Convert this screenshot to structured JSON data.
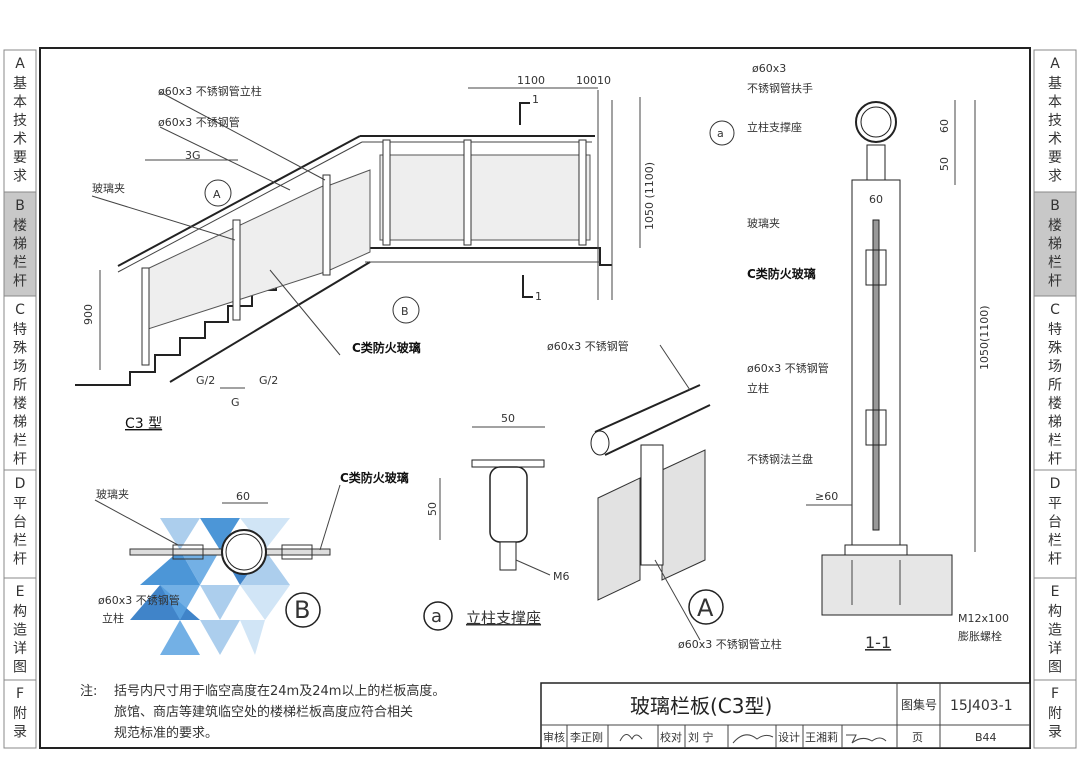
{
  "side_tabs": [
    {
      "letter": "A",
      "label": [
        "基",
        "本",
        "技",
        "术",
        "要",
        "求"
      ],
      "active": false
    },
    {
      "letter": "B",
      "label": [
        "楼",
        "梯",
        "栏",
        "杆"
      ],
      "active": true
    },
    {
      "letter": "C",
      "label": [
        "特",
        "殊",
        "场",
        "所",
        "楼",
        "梯",
        "栏",
        "杆"
      ],
      "active": false
    },
    {
      "letter": "D",
      "label": [
        "平",
        "台",
        "栏",
        "杆"
      ],
      "active": false
    },
    {
      "letter": "E",
      "label": [
        "构",
        "造",
        "详",
        "图"
      ],
      "active": false
    },
    {
      "letter": "F",
      "label": [
        "附",
        "录"
      ],
      "active": false
    }
  ],
  "elevation": {
    "title": "C3 型",
    "post_label": "ø60x3 不锈钢管立柱",
    "rail_label": "ø60x3 不锈钢管",
    "clip_label": "玻璃夹",
    "glass_label": "C类防火玻璃",
    "dim_3g": "3G",
    "dim_900": "900",
    "dim_g_half_left": "G/2",
    "dim_g_half_right": "G/2",
    "dim_g": "G",
    "dim_1100": "1100",
    "dim_100": "100",
    "dim_10": "10",
    "dim_1050": "1050 (1100)",
    "callout_a": "A",
    "callout_b": "B",
    "section_mark": "1"
  },
  "detail_b": {
    "clip_label": "玻璃夹",
    "glass_label": "C类防火玻璃",
    "dim_60": "60",
    "pipe_label": "ø60x3 不锈钢管",
    "post_label": "立柱",
    "callout": "B"
  },
  "detail_a": {
    "dim_50_w": "50",
    "dim_50_h": "50",
    "bolt": "M6",
    "callout": "a",
    "title": "立柱支撑座"
  },
  "iso": {
    "rail_label": "ø60x3 不锈钢管",
    "post_label": "ø60x3 不锈钢管立柱",
    "callout": "A"
  },
  "section": {
    "handrail_size": "ø60x3",
    "handrail_label": "不锈钢管扶手",
    "callout": "a",
    "support_label": "立柱支撑座",
    "dim_60_top": "60",
    "dim_50": "50",
    "dim_60_w": "60",
    "clip_label": "玻璃夹",
    "glass_label": "C类防火玻璃",
    "post_label_1": "ø60x3  不锈钢管",
    "post_label_2": "立柱",
    "flange_label": "不锈钢法兰盘",
    "dim_ge60": "≥60",
    "dim_height": "1050(1100)",
    "bolt_size": "M12x100",
    "bolt_label": "膨胀螺栓",
    "title": "1-1"
  },
  "notes": {
    "prefix": "注:",
    "line1": "括号内尺寸用于临空高度在24m及24m以上的栏板高度。",
    "line2": "旅馆、商店等建筑临空处的楼梯栏板高度应符合相关",
    "line3": "规范标准的要求。"
  },
  "title_block": {
    "title": "玻璃栏板(C3型)",
    "atlas_label": "图集号",
    "atlas_no": "15J403-1",
    "review_label": "审核",
    "reviewer": "李正刚",
    "check_label": "校对",
    "checker": "刘  宁",
    "design_label": "设计",
    "designer": "王湘莉",
    "page_label": "页",
    "page_no": "B44"
  }
}
